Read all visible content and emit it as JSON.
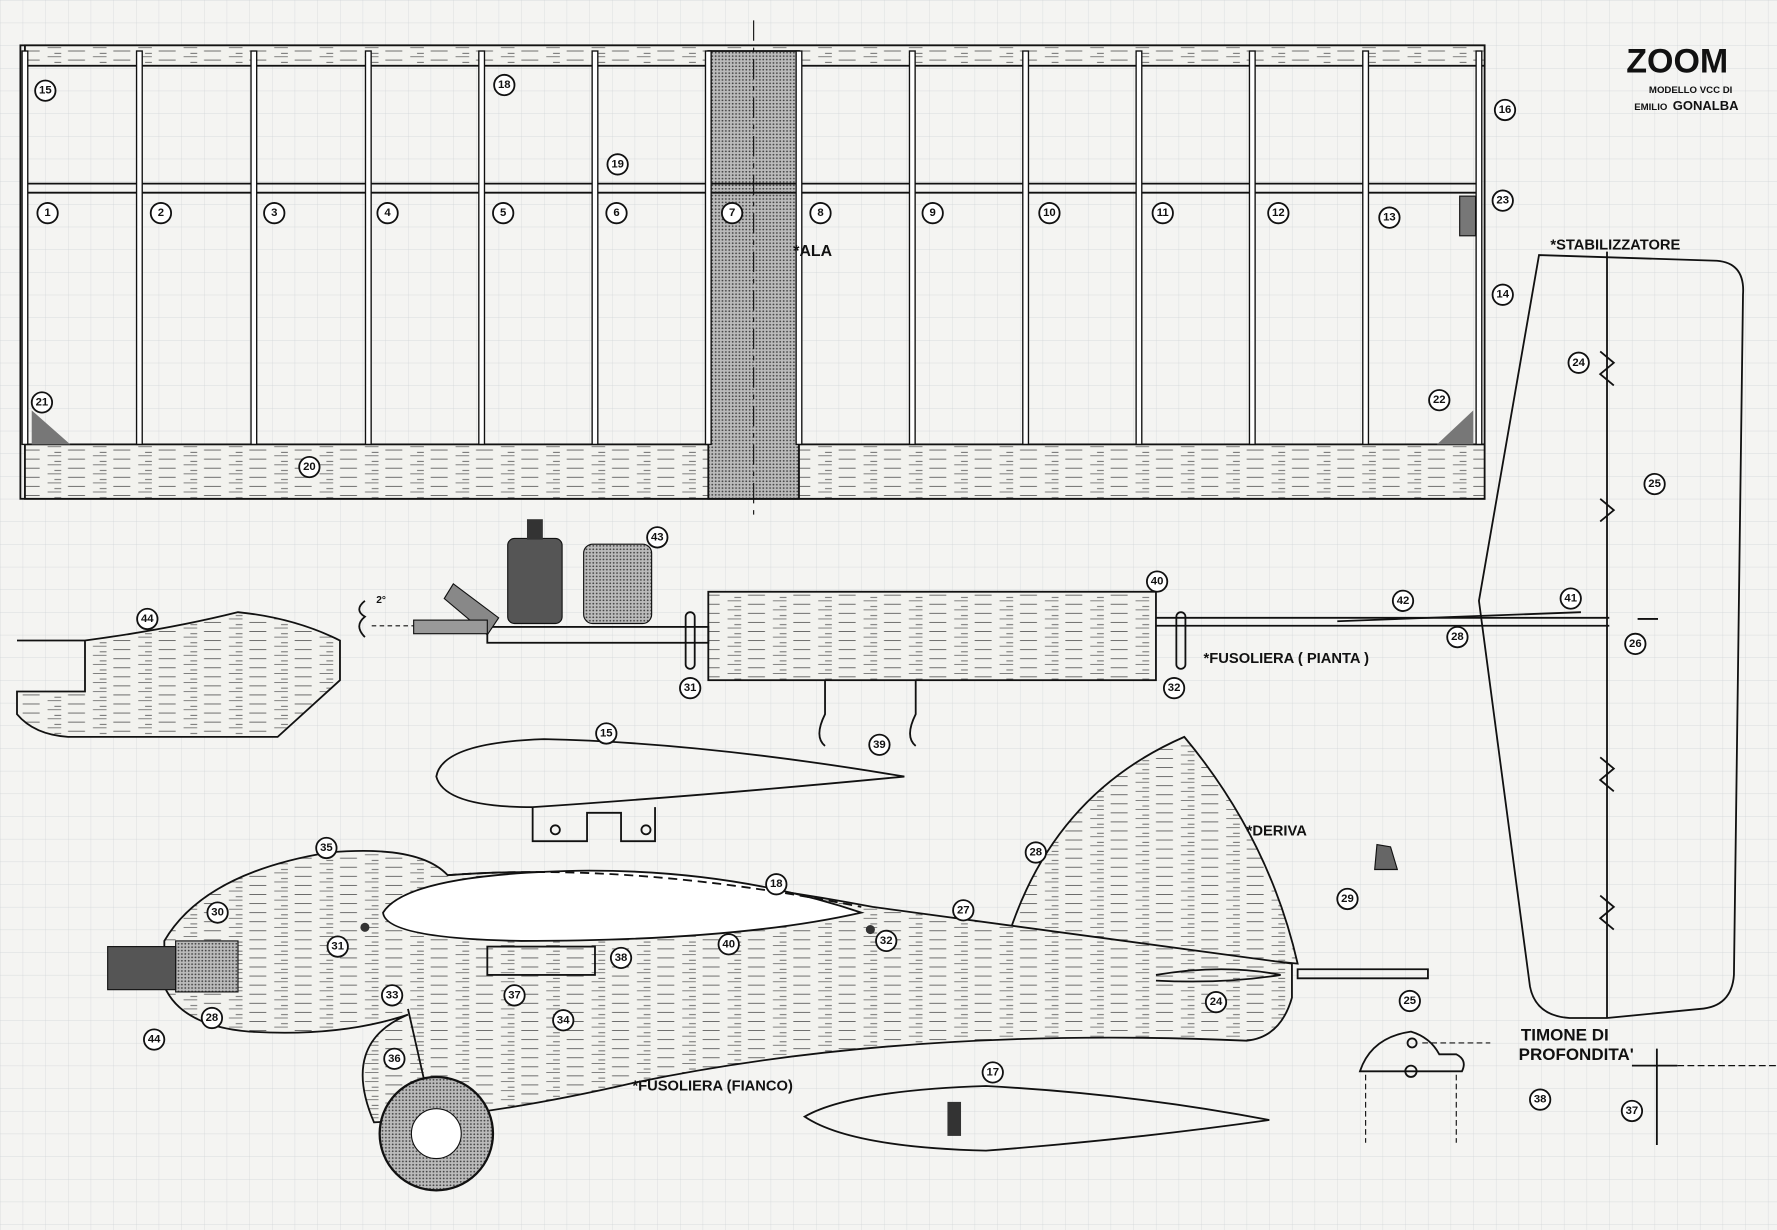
{
  "title": "ZOOM",
  "subtitle_line1": "MODELLO VCC DI",
  "subtitle_line2_prefix": "EMILIO",
  "subtitle_line2_name": "GONALBA",
  "sections": {
    "wing": "ALA",
    "stabilizer": "STABILIZZATORE",
    "fuselage_plan": "FUSOLIERA ( PIANTA )",
    "fin": "DERIVA",
    "fuselage_side": "FUSOLIERA (FIANCO)",
    "elevator_line1": "TIMONE DI",
    "elevator_line2": "PROFONDITA'"
  },
  "angle_label": "2°",
  "part_numbers": [
    "15",
    "18",
    "19",
    "1",
    "2",
    "3",
    "4",
    "5",
    "6",
    "7",
    "8",
    "9",
    "10",
    "11",
    "12",
    "13",
    "16",
    "23",
    "14",
    "21",
    "22",
    "20",
    "24",
    "25",
    "41",
    "26",
    "28",
    "43",
    "40",
    "42",
    "31",
    "32",
    "39",
    "44",
    "15",
    "17",
    "35",
    "30",
    "31",
    "18",
    "27",
    "32",
    "40",
    "38",
    "37",
    "34",
    "33",
    "36",
    "28",
    "44",
    "29",
    "24",
    "25",
    "28",
    "38",
    "37"
  ]
}
